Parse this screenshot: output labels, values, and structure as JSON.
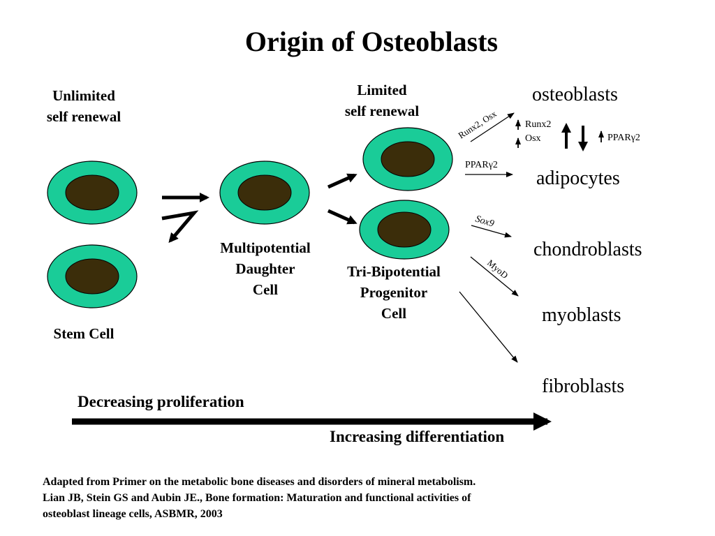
{
  "title": "Origin of Osteoblasts",
  "labels": {
    "unlimited_line1": "Unlimited",
    "unlimited_line2": "self renewal",
    "limited_line1": "Limited",
    "limited_line2": "self renewal",
    "stem_cell": "Stem Cell",
    "multipotential_line1": "Multipotential",
    "multipotential_line2": "Daughter",
    "multipotential_line3": "Cell",
    "tri_line1": "Tri-Bipotential",
    "tri_line2": "Progenitor",
    "tri_line3": "Cell"
  },
  "outcomes": {
    "osteoblasts": "osteoblasts",
    "adipocytes": "adipocytes",
    "chondroblasts": "chondroblasts",
    "myoblasts": "myoblasts",
    "fibroblasts": "fibroblasts"
  },
  "factors": {
    "runx2_osx": "Runx2, Osx",
    "pparg2_arrow": "PPARγ2",
    "sox9": "Sox9",
    "myod": "MyoD",
    "up_runx2": "Runx2",
    "up_osx": "Osx",
    "up_pparg2": "PPARγ2"
  },
  "axis": {
    "decreasing": "Decreasing proliferation",
    "increasing": "Increasing differentiation"
  },
  "reference": {
    "line1": "Adapted from Primer on the metabolic bone diseases and disorders of mineral metabolism.",
    "line2": "Lian JB, Stein GS and Aubin JE., Bone formation: Maturation and functional activities of",
    "line3": "osteoblast lineage cells, ASBMR, 2003"
  },
  "colors": {
    "cell_outer": "#1acc98",
    "cell_inner": "#3b2d0a"
  }
}
